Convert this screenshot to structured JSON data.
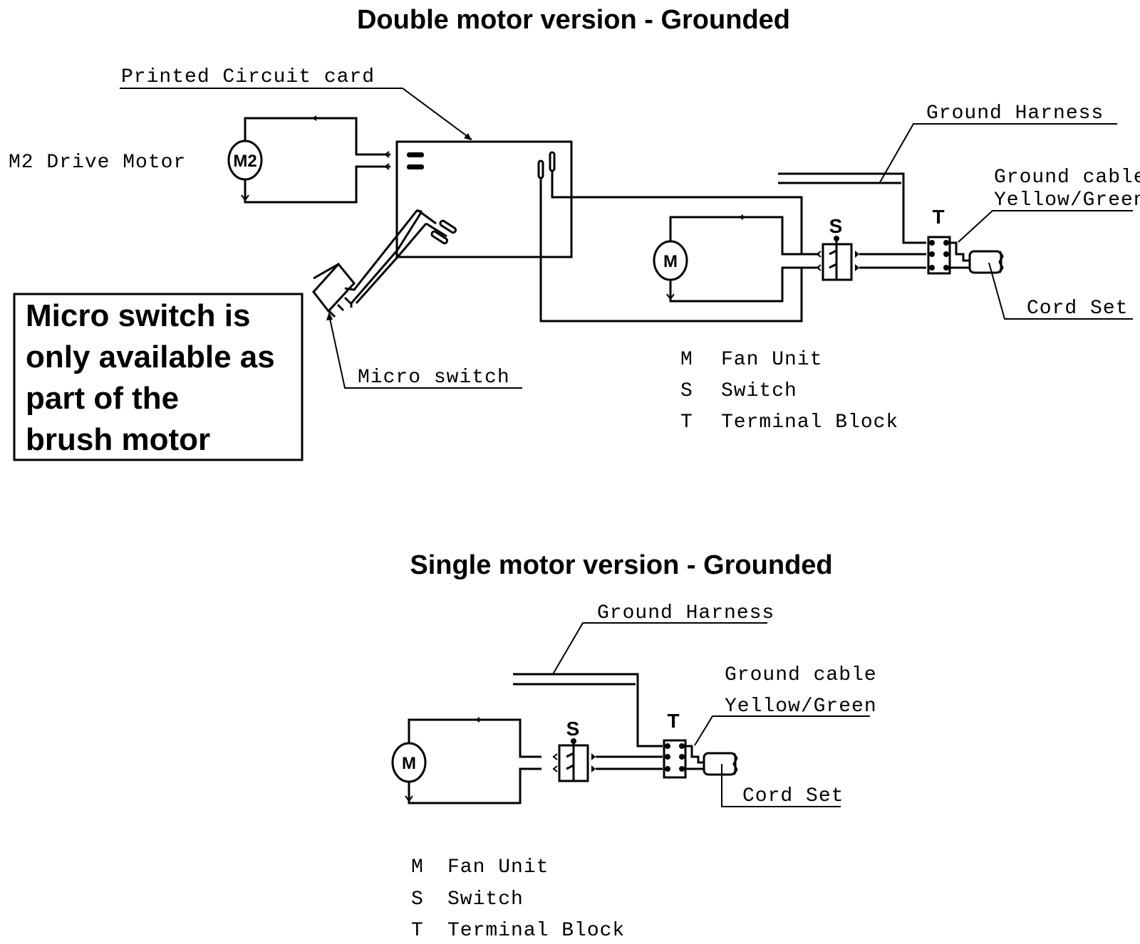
{
  "diagram_top": {
    "title": "Double motor version - Grounded",
    "labels": {
      "pcb": "Printed Circuit card",
      "m2_motor": "M2 Drive Motor",
      "m2_symbol": "M2",
      "ground_harness": "Ground Harness",
      "ground_cable_line1": "Ground cable",
      "ground_cable_line2": "Yellow/Green",
      "cord_set": "Cord Set",
      "micro_switch": "Micro switch",
      "fan_symbol": "M",
      "switch_symbol": "S",
      "terminal_symbol": "T"
    },
    "note_lines": [
      "Micro switch is",
      "only available as",
      "part of the",
      "brush motor"
    ],
    "legend": [
      {
        "key": "M",
        "label": "Fan Unit"
      },
      {
        "key": "S",
        "label": "Switch"
      },
      {
        "key": "T",
        "label": "Terminal Block"
      }
    ]
  },
  "diagram_bottom": {
    "title": "Single motor version - Grounded",
    "labels": {
      "ground_harness": "Ground Harness",
      "ground_cable_line1": "Ground cable",
      "ground_cable_line2": "Yellow/Green",
      "cord_set": "Cord Set",
      "fan_symbol": "M",
      "switch_symbol": "S",
      "terminal_symbol": "T"
    },
    "legend": [
      {
        "key": "M",
        "label": "Fan Unit"
      },
      {
        "key": "S",
        "label": "Switch"
      },
      {
        "key": "T",
        "label": "Terminal Block"
      }
    ]
  }
}
